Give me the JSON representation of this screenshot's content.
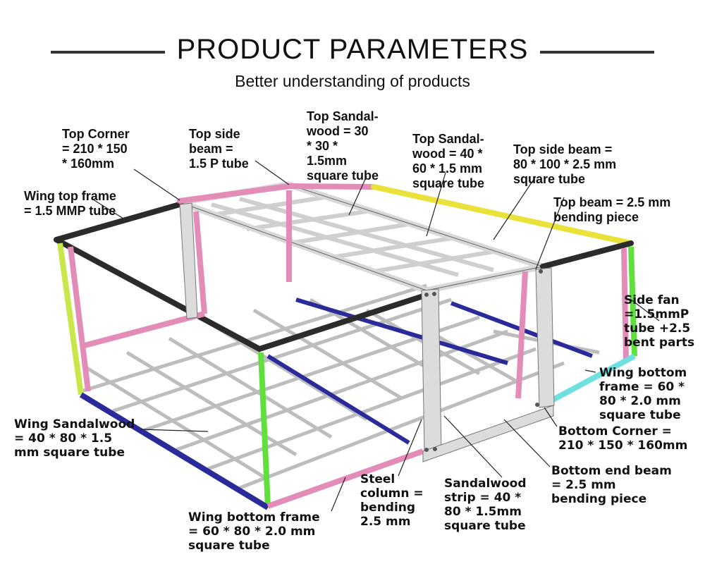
{
  "header": {
    "title": "PRODUCT  PARAMETERS",
    "subtitle": "Better understanding of products"
  },
  "labels": {
    "top_corner": "Top Corner\n= 210 * 150\n* 160mm",
    "top_side_beam_p": "Top side\nbeam =\n1.5 P tube",
    "top_sandalwood_30": "Top Sandal-\nwood = 30\n* 30 *\n1.5mm\nsquare tube",
    "top_sandalwood_40": "Top Sandal-\nwood = 40 *\n60 * 1.5 mm\nsquare tube",
    "top_side_beam_80": "Top side beam =\n80 * 100 * 2.5 mm\nsquare tube",
    "wing_top_frame": "Wing top frame\n= 1.5 MMP tube",
    "top_beam": "Top beam = 2.5 mm\nbending piece",
    "side_fan": "Side fan\n=1.5mmP\ntube +2.5\nbent parts",
    "wing_bottom_frame_right": "Wing bottom\nframe = 60 *\n80 * 2.0 mm\nsquare tube",
    "bottom_corner": "Bottom Corner =\n210 * 150 * 160mm",
    "bottom_end_beam": "Bottom end beam\n= 2.5 mm\nbending piece",
    "sandalwood_strip": "Sandalwood\nstrip = 40 *\n80 *  1.5mm\nsquare tube",
    "steel_column": "Steel\ncolumn =\nbending\n2.5 mm",
    "wing_bottom_frame_left": "Wing bottom frame\n= 60 * 80 * 2.0 mm\nsquare tube",
    "wing_sandalwood": "Wing Sandalwood\n= 40 * 80 * 1.5\nmm square tube"
  },
  "colors": {
    "black_frame": "#2b2b2b",
    "pink_frame": "#e38cb8",
    "yellow_frame": "#e8e23a",
    "green_frame": "#5fe03a",
    "blue_frame": "#2a2a9a",
    "cyan_frame": "#6fe0e0",
    "steel": "#d8d8d8"
  }
}
